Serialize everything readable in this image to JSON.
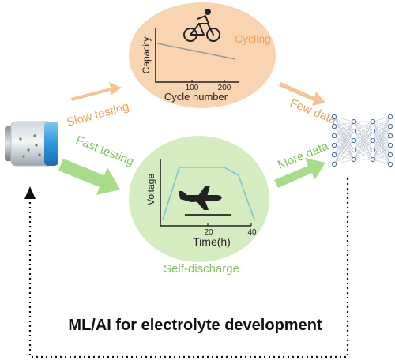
{
  "cycling_panel": {
    "label": "Cycling",
    "y_axis_label": "Capacity",
    "x_axis_label": "Cycle number",
    "x_ticks": [
      "100",
      "200"
    ],
    "icon": "cyclist-icon"
  },
  "self_discharge_panel": {
    "label": "Self-discharge",
    "y_axis_label": "Voltage",
    "x_axis_label": "Time(h)",
    "x_ticks": [
      "20",
      "40"
    ],
    "icon": "airplane-icon"
  },
  "arrows": {
    "slow_testing": "Slow testing",
    "fast_testing": "Fast testing",
    "few_data": "Few data",
    "more_data": "More data"
  },
  "footer": {
    "title": "ML/AI for electrolyte development"
  },
  "colors": {
    "orange_circle": "#f9d4b0",
    "orange_text": "#f0a25a",
    "orange_arrow": "#f6c393",
    "green_circle": "#d5ecc0",
    "green_text": "#7fc45a",
    "green_arrow": "#a8dc88",
    "plot_line": "#9a9a9a",
    "discharge_line": "#7ec6d4",
    "network_node": "#4a6fa5"
  },
  "icons": [
    "battery-icon",
    "neural-network-icon",
    "cyclist-icon",
    "airplane-icon"
  ]
}
